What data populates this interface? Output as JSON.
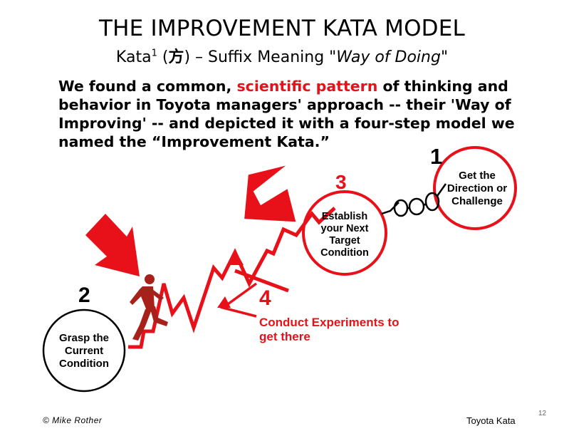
{
  "header": {
    "title": "THE IMPROVEMENT KATA MODEL",
    "subtitle_prefix": "Kata",
    "subtitle_sup": "1",
    "subtitle_open": " (",
    "subtitle_kanji": "方",
    "subtitle_mid": ") – Suffix Meaning \"",
    "subtitle_italic": "Way of Doing",
    "subtitle_close": "\""
  },
  "body": {
    "part1": "We found a common, ",
    "highlight": "scientific pattern",
    "part2": " of thinking and behavior in Toyota managers' approach -- their 'Way of Improving' -- and depicted it with a four-step model we named the “Improvement Kata.”"
  },
  "steps": {
    "one": {
      "number": "1",
      "label": "Get the Direction or Challenge"
    },
    "two": {
      "number": "2",
      "label": "Grasp the Current Condition"
    },
    "three": {
      "number": "3",
      "label": "Establish your Next Target Condition"
    },
    "four": {
      "number": "4",
      "label": "Conduct Experiments to get there"
    }
  },
  "footer": {
    "copyright": "© Mike Rother",
    "brand": "Toyota Kata",
    "page": "12"
  },
  "colors": {
    "accent_red": "#e8111a",
    "figure_red": "#a8201a"
  },
  "icons": [
    "walking-figure-icon",
    "arrow-icon"
  ]
}
